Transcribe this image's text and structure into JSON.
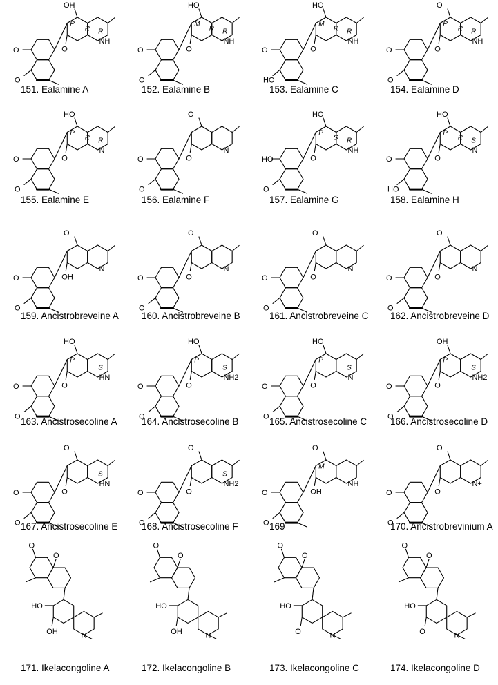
{
  "compounds": [
    {
      "caption": "151. Ealamine A",
      "label": "P",
      "top": "OH",
      "sub": [
        "NH"
      ],
      "marks": [
        "R",
        "R"
      ],
      "lower": [
        "O"
      ],
      "left": [
        "O",
        "O"
      ]
    },
    {
      "caption": "152. Ealamine B",
      "label": "M",
      "top": "HO",
      "sub": [
        "NH"
      ],
      "marks": [
        "R",
        "R"
      ],
      "lower": [
        "O"
      ],
      "left": [
        "O",
        "O"
      ]
    },
    {
      "caption": "153. Ealamine C",
      "label": "M",
      "top": "HO",
      "sub": [
        "NH"
      ],
      "marks": [
        "R",
        "R"
      ],
      "lower": [
        "O"
      ],
      "left": [
        "O",
        "HO"
      ]
    },
    {
      "caption": "154. Ealamine D",
      "label": "P",
      "top": "O",
      "sub": [
        "NH"
      ],
      "marks": [
        "R",
        "R"
      ],
      "lower": [
        "O"
      ],
      "left": [
        "O",
        "O"
      ]
    },
    {
      "caption": "155. Ealamine E",
      "label": "P",
      "top": "HO",
      "sub": [
        "N"
      ],
      "marks": [
        "R",
        "R"
      ],
      "lower": [
        "O"
      ],
      "left": [
        "O",
        "O"
      ]
    },
    {
      "caption": "156. Ealamine F",
      "label": "",
      "top": "O",
      "sub": [
        "N"
      ],
      "marks": [
        "",
        ""
      ],
      "lower": [
        "O"
      ],
      "left": [
        "O",
        "O"
      ]
    },
    {
      "caption": "157. Ealamine G",
      "label": "P",
      "top": "HO",
      "sub": [
        "NH"
      ],
      "marks": [
        "R",
        "S"
      ],
      "lower": [
        "O"
      ],
      "left": [
        "HO",
        "O"
      ]
    },
    {
      "caption": "158. Ealamine H",
      "label": "P",
      "top": "HO",
      "sub": [
        "N"
      ],
      "marks": [
        "S",
        "R"
      ],
      "lower": [
        "O"
      ],
      "left": [
        "O",
        "HO"
      ]
    },
    {
      "caption": "159. Ancistrobreveine A",
      "label": "",
      "top": "O",
      "sub": [
        "N"
      ],
      "marks": [
        "",
        ""
      ],
      "lower": [
        "OH"
      ],
      "left": [
        "O",
        "O"
      ]
    },
    {
      "caption": "160. Ancistrobreveine B",
      "label": "",
      "top": "O",
      "sub": [
        "N"
      ],
      "marks": [
        "",
        ""
      ],
      "lower": [
        "O"
      ],
      "left": [
        "O",
        "O"
      ]
    },
    {
      "caption": "161. Ancistrobreveine C",
      "label": "",
      "top": "O",
      "sub": [
        "N"
      ],
      "marks": [
        "",
        ""
      ],
      "lower": [
        "O"
      ],
      "left": [
        "O",
        "O"
      ]
    },
    {
      "caption": "162. Ancistrobreveine D",
      "label": "",
      "top": "O",
      "sub": [
        "N"
      ],
      "marks": [
        "",
        ""
      ],
      "lower": [
        "O"
      ],
      "left": [
        "O",
        "O"
      ]
    },
    {
      "caption": "163. Ancistrosecoline A",
      "label": "P",
      "top": "HO",
      "sub": [
        "HN"
      ],
      "marks": [
        "S",
        ""
      ],
      "lower": [
        "O"
      ],
      "left": [
        "O",
        "O"
      ]
    },
    {
      "caption": "164. Ancistrosecoline B",
      "label": "P",
      "top": "HO",
      "sub": [
        "NH2"
      ],
      "marks": [
        "S",
        ""
      ],
      "lower": [
        "O"
      ],
      "left": [
        "O",
        "O"
      ]
    },
    {
      "caption": "165. Ancistrosecoline C",
      "label": "P",
      "top": "HO",
      "sub": [
        "N"
      ],
      "marks": [
        "S",
        ""
      ],
      "lower": [
        "O"
      ],
      "left": [
        "O",
        "O"
      ]
    },
    {
      "caption": "166. Ancistrosecoline D",
      "label": "P",
      "top": "OH",
      "sub": [
        "NH2"
      ],
      "marks": [
        "S",
        ""
      ],
      "lower": [
        "O"
      ],
      "left": [
        "O",
        "O"
      ]
    },
    {
      "caption": "167. Ancistrosecoline E",
      "label": "",
      "top": "O",
      "sub": [
        "HN"
      ],
      "marks": [
        "S",
        ""
      ],
      "lower": [
        "O"
      ],
      "left": [
        "O",
        "O"
      ]
    },
    {
      "caption": "168. Ancistrosecoline F",
      "label": "",
      "top": "O",
      "sub": [
        "NH2"
      ],
      "marks": [
        "S",
        ""
      ],
      "lower": [
        "O"
      ],
      "left": [
        "O",
        "O"
      ]
    },
    {
      "caption": "169",
      "label": "M",
      "top": "O",
      "sub": [
        "NH"
      ],
      "marks": [
        "",
        ""
      ],
      "lower": [
        "OH"
      ],
      "left": [
        "O",
        "O"
      ]
    },
    {
      "caption": "170. Ancistrobrevinium A",
      "label": "",
      "top": "O",
      "sub": [
        "N+"
      ],
      "marks": [
        "",
        ""
      ],
      "lower": [
        "O"
      ],
      "left": [
        "O",
        "O"
      ]
    },
    {
      "caption": "171. Ikelacongoline A",
      "label": "",
      "top": "HO",
      "sub": [
        "N"
      ],
      "marks": [
        "",
        ""
      ],
      "lower": [
        "OH"
      ],
      "left": [
        "O",
        "O"
      ]
    },
    {
      "caption": "172. Ikelacongoline B",
      "label": "",
      "top": "HO",
      "sub": [
        "N"
      ],
      "marks": [
        "",
        ""
      ],
      "lower": [
        "OH"
      ],
      "left": [
        "O",
        "O"
      ]
    },
    {
      "caption": "173. Ikelacongoline C",
      "label": "",
      "top": "HO",
      "sub": [
        "N"
      ],
      "marks": [
        "",
        ""
      ],
      "lower": [
        "O"
      ],
      "left": [
        "O",
        "O"
      ]
    },
    {
      "caption": "174. Ikelacongoline D",
      "label": "",
      "top": "HO",
      "sub": [
        "N"
      ],
      "marks": [
        "",
        ""
      ],
      "lower": [
        "O"
      ],
      "left": [
        "O",
        "O"
      ]
    }
  ]
}
